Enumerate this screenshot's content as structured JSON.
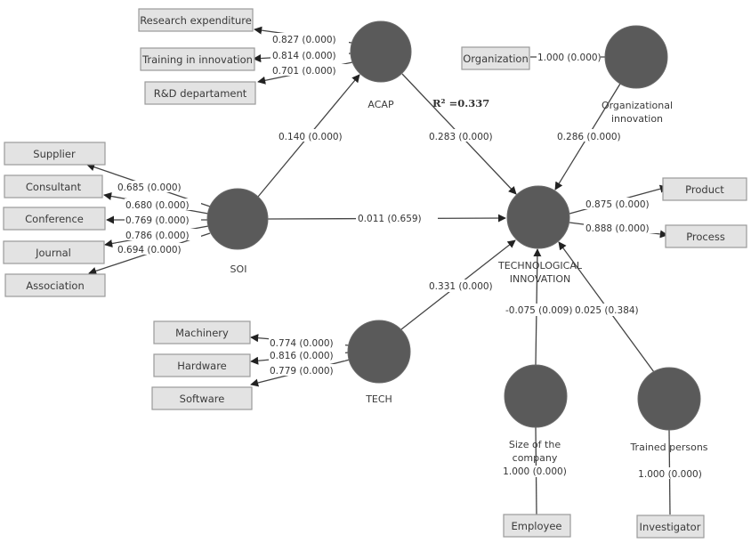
{
  "diagram": {
    "type": "pls-sem-path-model",
    "constructs": {
      "acap": {
        "label": "ACAP"
      },
      "soi": {
        "label": "SOI"
      },
      "tech": {
        "label": "TECH"
      },
      "org": {
        "label_line1": "Organizational",
        "label_line2": "innovation"
      },
      "ti": {
        "label_line1": "TECHNOLOGICAL",
        "label_line2": "INNOVATION"
      },
      "size": {
        "label_line1": "Size of the",
        "label_line2": "company"
      },
      "trained": {
        "label": "Trained persons"
      }
    },
    "r_squared": "R² =0.337",
    "indicators": {
      "acap": [
        {
          "label": "Research expenditure",
          "loading": "0.827 (0.000)"
        },
        {
          "label": "Training in innovation",
          "loading": "0.814 (0.000)"
        },
        {
          "label": "R&D departament",
          "loading": "0.701 (0.000)"
        }
      ],
      "soi": [
        {
          "label": "Supplier",
          "loading": "0.685 (0.000)"
        },
        {
          "label": "Consultant",
          "loading": "0.680 (0.000)"
        },
        {
          "label": "Conference",
          "loading": "0.769 (0.000)"
        },
        {
          "label": "Journal",
          "loading": "0.786 (0.000)"
        },
        {
          "label": "Association",
          "loading": "0.694 (0.000)"
        }
      ],
      "tech": [
        {
          "label": "Machinery",
          "loading": "0.774 (0.000)"
        },
        {
          "label": "Hardware",
          "loading": "0.816 (0.000)"
        },
        {
          "label": "Software",
          "loading": "0.779 (0.000)"
        }
      ],
      "org": [
        {
          "label": "Organization",
          "loading": "1.000 (0.000)"
        }
      ],
      "ti": [
        {
          "label": "Product",
          "loading": "0.875 (0.000)"
        },
        {
          "label": "Process",
          "loading": "0.888 (0.000)"
        }
      ],
      "size": [
        {
          "label": "Employee",
          "loading": "1.000 (0.000)"
        }
      ],
      "trained": [
        {
          "label": "Investigator",
          "loading": "1.000 (0.000)"
        }
      ]
    },
    "paths": {
      "soi_acap": "0.140 (0.000)",
      "acap_ti": "0.283 (0.000)",
      "soi_ti": "0.011 (0.659)",
      "org_ti": "0.286 (0.000)",
      "tech_ti": "0.331 (0.000)",
      "size_ti": "-0.075 (0.009)",
      "trained_ti": "0.025 (0.384)"
    }
  }
}
